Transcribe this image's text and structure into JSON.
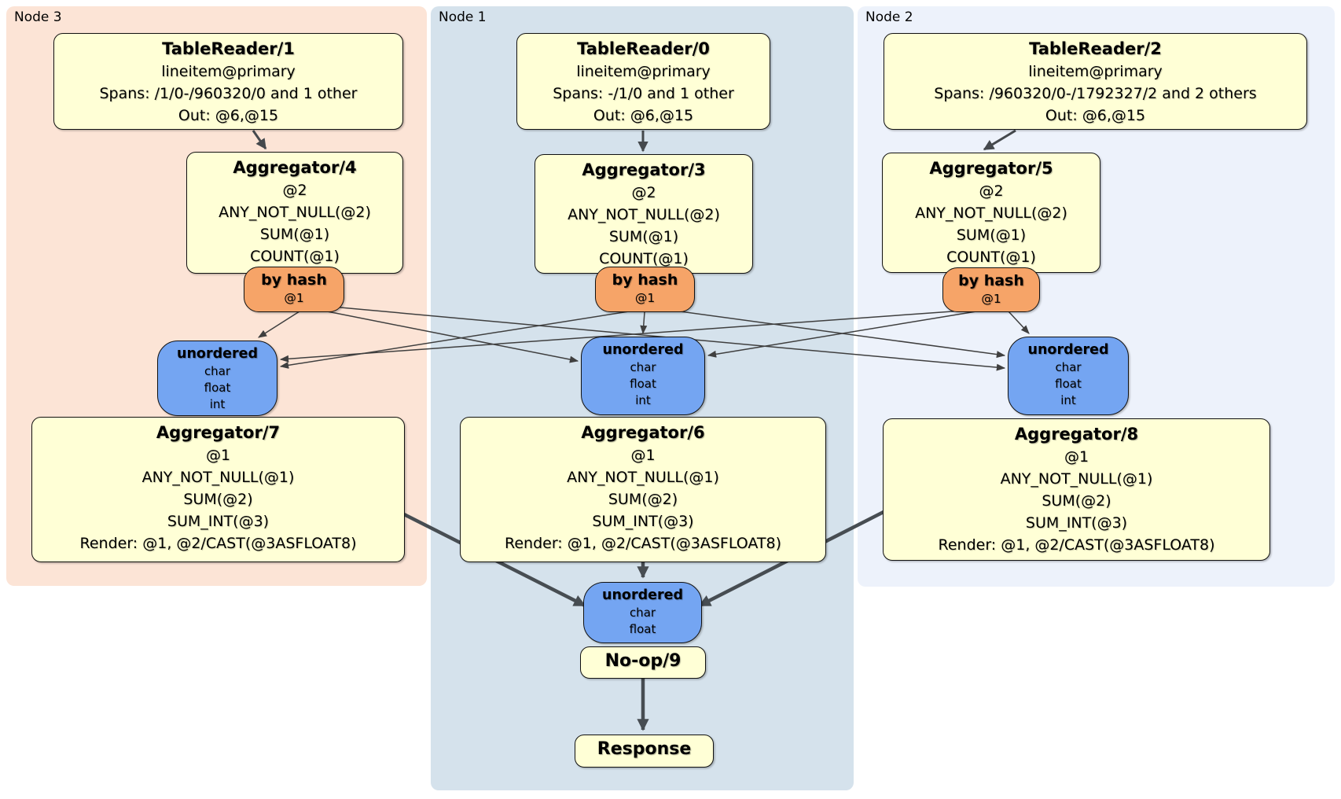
{
  "diagram": {
    "regions": [
      {
        "id": "node3",
        "label": "Node 3"
      },
      {
        "id": "node1",
        "label": "Node 1"
      },
      {
        "id": "node2",
        "label": "Node 2"
      }
    ],
    "boxes": {
      "tr1": {
        "title": "TableReader/1",
        "lines": [
          "lineitem@primary",
          "Spans: /1/0-/960320/0 and 1 other",
          "Out: @6,@15"
        ]
      },
      "agg4": {
        "title": "Aggregator/4",
        "lines": [
          "@2",
          "ANY_NOT_NULL(@2)",
          "SUM(@1)",
          "COUNT(@1)"
        ]
      },
      "hash3": {
        "title": "by hash",
        "lines": [
          "@1"
        ]
      },
      "unord3": {
        "title": "unordered",
        "lines": [
          "char",
          "float",
          "int"
        ]
      },
      "agg7": {
        "title": "Aggregator/7",
        "lines": [
          "@1",
          "ANY_NOT_NULL(@1)",
          "SUM(@2)",
          "SUM_INT(@3)",
          "Render: @1, @2/CAST(@3ASFLOAT8)"
        ]
      },
      "tr0": {
        "title": "TableReader/0",
        "lines": [
          "lineitem@primary",
          "Spans: -/1/0 and 1 other",
          "Out: @6,@15"
        ]
      },
      "agg3": {
        "title": "Aggregator/3",
        "lines": [
          "@2",
          "ANY_NOT_NULL(@2)",
          "SUM(@1)",
          "COUNT(@1)"
        ]
      },
      "hash1": {
        "title": "by hash",
        "lines": [
          "@1"
        ]
      },
      "unord1": {
        "title": "unordered",
        "lines": [
          "char",
          "float",
          "int"
        ]
      },
      "agg6": {
        "title": "Aggregator/6",
        "lines": [
          "@1",
          "ANY_NOT_NULL(@1)",
          "SUM(@2)",
          "SUM_INT(@3)",
          "Render: @1, @2/CAST(@3ASFLOAT8)"
        ]
      },
      "tr2": {
        "title": "TableReader/2",
        "lines": [
          "lineitem@primary",
          "Spans: /960320/0-/1792327/2 and 2 others",
          "Out: @6,@15"
        ]
      },
      "agg5": {
        "title": "Aggregator/5",
        "lines": [
          "@2",
          "ANY_NOT_NULL(@2)",
          "SUM(@1)",
          "COUNT(@1)"
        ]
      },
      "hash2": {
        "title": "by hash",
        "lines": [
          "@1"
        ]
      },
      "unord2": {
        "title": "unordered",
        "lines": [
          "char",
          "float",
          "int"
        ]
      },
      "agg8": {
        "title": "Aggregator/8",
        "lines": [
          "@1",
          "ANY_NOT_NULL(@1)",
          "SUM(@2)",
          "SUM_INT(@3)",
          "Render: @1, @2/CAST(@3ASFLOAT8)"
        ]
      },
      "unordF": {
        "title": "unordered",
        "lines": [
          "char",
          "float"
        ]
      },
      "noop9": {
        "title": "No-op/9",
        "lines": []
      },
      "response": {
        "title": "Response",
        "lines": []
      }
    },
    "edges": [
      {
        "from": "tr1",
        "to": "agg4",
        "style": "mid"
      },
      {
        "from": "tr0",
        "to": "agg3",
        "style": "mid"
      },
      {
        "from": "tr2",
        "to": "agg5",
        "style": "mid"
      },
      {
        "from": "hash3",
        "to": "unord3",
        "style": "thin"
      },
      {
        "from": "hash3",
        "to": "unord1",
        "style": "thin"
      },
      {
        "from": "hash3",
        "to": "unord2",
        "style": "thin"
      },
      {
        "from": "hash1",
        "to": "unord3",
        "style": "thin"
      },
      {
        "from": "hash1",
        "to": "unord1",
        "style": "thin"
      },
      {
        "from": "hash1",
        "to": "unord2",
        "style": "thin"
      },
      {
        "from": "hash2",
        "to": "unord3",
        "style": "thin"
      },
      {
        "from": "hash2",
        "to": "unord1",
        "style": "thin"
      },
      {
        "from": "hash2",
        "to": "unord2",
        "style": "thin"
      },
      {
        "from": "agg7",
        "to": "unordF",
        "style": "thick"
      },
      {
        "from": "agg6",
        "to": "unordF",
        "style": "thick"
      },
      {
        "from": "agg8",
        "to": "unordF",
        "style": "thick"
      },
      {
        "from": "noop9",
        "to": "response",
        "style": "thick"
      }
    ],
    "colors": {
      "region_node3": "#fce4d6",
      "region_node1": "#d5e2ec",
      "region_node2": "#edf2fb",
      "operator_fill": "#ffffd6",
      "router_fill": "#f6a468",
      "sync_fill": "#74a5f2",
      "edge": "#45494d"
    }
  }
}
